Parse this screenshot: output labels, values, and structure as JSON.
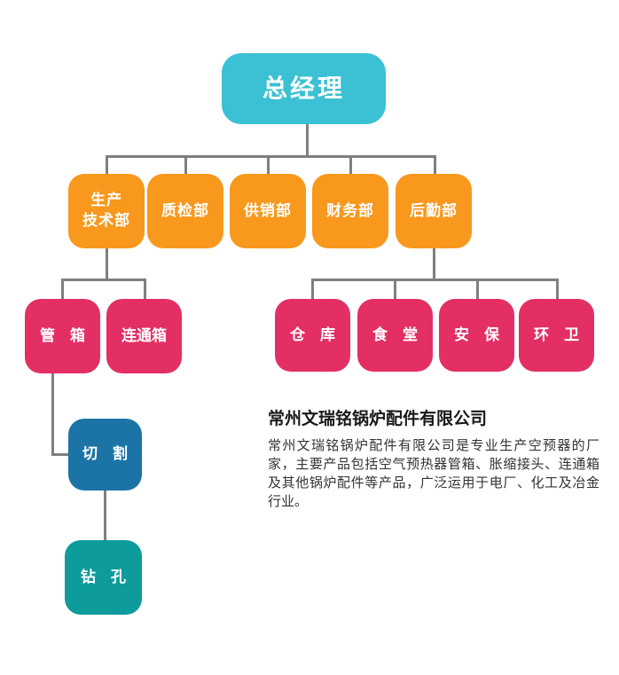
{
  "org_chart": {
    "root": {
      "label": "总经理"
    },
    "departments": [
      {
        "label": "生产\n技术部"
      },
      {
        "label": "质检部"
      },
      {
        "label": "供销部"
      },
      {
        "label": "财务部"
      },
      {
        "label": "后勤部"
      }
    ],
    "production_sub": [
      {
        "label": "管　箱"
      },
      {
        "label": "连通箱"
      }
    ],
    "logistics_sub": [
      {
        "label": "仓　库"
      },
      {
        "label": "食　堂"
      },
      {
        "label": "安　保"
      },
      {
        "label": "环　卫"
      }
    ],
    "pipe_box_sub": [
      {
        "label": "切　割"
      }
    ],
    "cutting_sub": [
      {
        "label": "钻　孔"
      }
    ]
  },
  "company": {
    "name": "常州文瑞铭锅炉配件有限公司",
    "description": "常州文瑞铭锅炉配件有限公司是专业生产空预器的厂家，主要产品包括空气预热器管箱、胀缩接头、连通箱及其他锅炉配件等产品，广泛运用于电厂、化工及冶金行业。"
  },
  "colors": {
    "root_cyan": "#3bc1d3",
    "department_orange": "#f8981d",
    "sub_pink": "#e32f63",
    "cutting_blue": "#1c74a6",
    "drilling_teal": "#0d9b9b",
    "connector_gray": "#7f7f7f",
    "heading_text": "#1a1a1a",
    "body_text": "#333333",
    "background": "#ffffff"
  }
}
